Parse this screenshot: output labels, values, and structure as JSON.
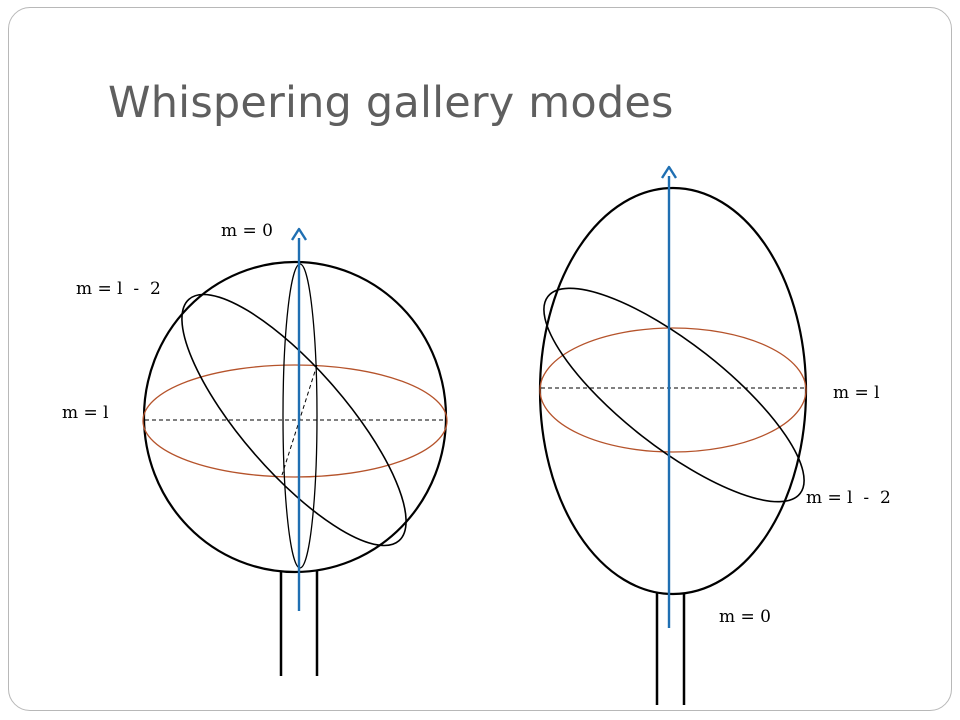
{
  "slide": {
    "title": "Whispering gallery modes"
  },
  "diagram": {
    "sphere": {
      "labels": {
        "m_zero": "m = 0",
        "m_l_minus_two": "m = l  -  2",
        "m_l": "m = l"
      }
    },
    "spheroid": {
      "labels": {
        "m_l": "m = l",
        "m_l_minus_two": "m = l  -  2",
        "m_zero": "m = 0"
      }
    },
    "colors": {
      "outline": "#000000",
      "axis": "#1f6fb2",
      "equator": "#b5532b",
      "title": "#5f5f5f"
    }
  }
}
